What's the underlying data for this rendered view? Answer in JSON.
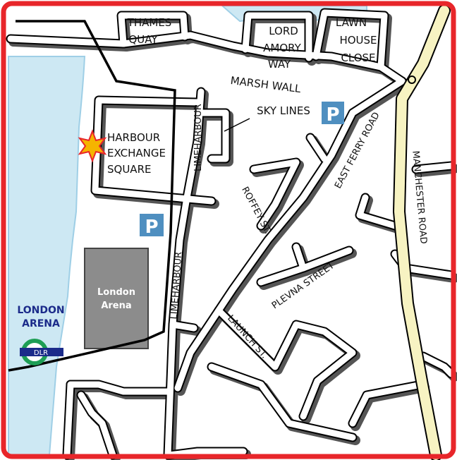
{
  "colors": {
    "border": "#e8262a",
    "water": "#cde8f3",
    "water_edge": "#9fcfe6",
    "parking": "#4f8fc0",
    "arena": "#8c8c8c",
    "main_road": "#f7f3c2",
    "rail": "#000000",
    "star": "#f5b400",
    "dlr_ring": "#1e9e55",
    "dlr_bar": "#1b2b8a"
  },
  "streets": {
    "thames_quay": [
      "THAMES",
      "QUAY"
    ],
    "lord_amory_way": [
      "LORD",
      "AMORY",
      "WAY"
    ],
    "lawn_house_close": [
      "LAWN",
      "HOUSE",
      "CLOSE"
    ],
    "marsh_wall": "MARSH WALL",
    "sky_lines": "SKY LINES",
    "harbour_exchange_square": [
      "HARBOUR",
      "EXCHANGE",
      "SQUARE"
    ],
    "limeharbour_north": "LIMEHARBOUR",
    "limeharbour_south": "LIMEHARBOUR",
    "east_ferry_road": "EAST FERRY ROAD",
    "manchester_road": "MANCHESTER ROAD",
    "roffey_st": "ROFFEY ST.",
    "plevna_street": "PLEVNA STREET",
    "launch_st": "LAUNCH ST."
  },
  "landmarks": {
    "arena": [
      "London",
      "Arena"
    ],
    "station": [
      "LONDON",
      "ARENA"
    ],
    "dlr": "DLR",
    "parking_symbol": "P"
  }
}
